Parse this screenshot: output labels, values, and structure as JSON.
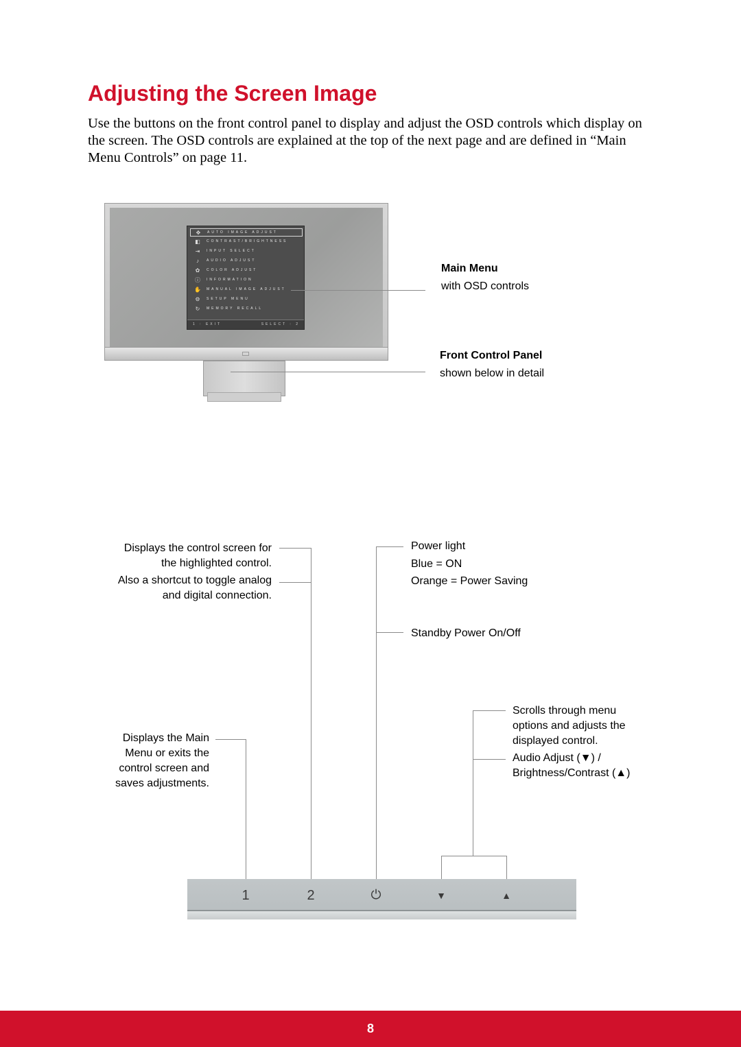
{
  "heading": "Adjusting the Screen Image",
  "intro": "Use the buttons on the front control panel to display and adjust the OSD controls which display on the screen. The OSD controls are explained at the top of the next page and are defined in “Main Menu Controls” on page 11.",
  "monitor_callouts": {
    "main_menu_title": "Main Menu",
    "main_menu_desc": "with OSD controls",
    "front_panel_title": "Front Control Panel",
    "front_panel_desc": "shown below in detail"
  },
  "osd": {
    "items": [
      {
        "label": "AUTO IMAGE ADJUST",
        "icon": "auto-adjust-icon",
        "selected": true
      },
      {
        "label": "CONTRAST/BRIGHTNESS",
        "icon": "contrast-icon"
      },
      {
        "label": "INPUT SELECT",
        "icon": "input-icon"
      },
      {
        "label": "AUDIO ADJUST",
        "icon": "audio-icon"
      },
      {
        "label": "COLOR ADJUST",
        "icon": "color-icon"
      },
      {
        "label": "INFORMATION",
        "icon": "info-icon"
      },
      {
        "label": "MANUAL IMAGE ADJUST",
        "icon": "manual-adjust-icon"
      },
      {
        "label": "SETUP MENU",
        "icon": "setup-icon"
      },
      {
        "label": "MEMORY RECALL",
        "icon": "recall-icon"
      }
    ],
    "footer_left": "1 : EXIT",
    "footer_right": "SELECT : 2"
  },
  "panel_callouts": {
    "button2_line1": "Displays the control screen for",
    "button2_line2": "the highlighted control.",
    "button2_line3": "Also a shortcut to toggle analog",
    "button2_line4": "and digital connection.",
    "button1_line1": "Displays the Main",
    "button1_line2": "Menu or exits the",
    "button1_line3": "control screen and",
    "button1_line4": "saves adjustments.",
    "power_line1": "Power light",
    "power_line2": "Blue = ON",
    "power_line3": "Orange = Power Saving",
    "power_line4": "Standby Power On/Off",
    "arrows_line1": "Scrolls through menu",
    "arrows_line2": "options and adjusts the",
    "arrows_line3": "displayed control.",
    "arrows_line4": "Audio Adjust (▼) /",
    "arrows_line5": "Brightness/Contrast  (▲)"
  },
  "panel_keys": {
    "key1": "1",
    "key2": "2",
    "power": "⏻",
    "down": "▼",
    "up": "▲"
  },
  "page_number": "8",
  "colors": {
    "accent": "#d0112b"
  }
}
